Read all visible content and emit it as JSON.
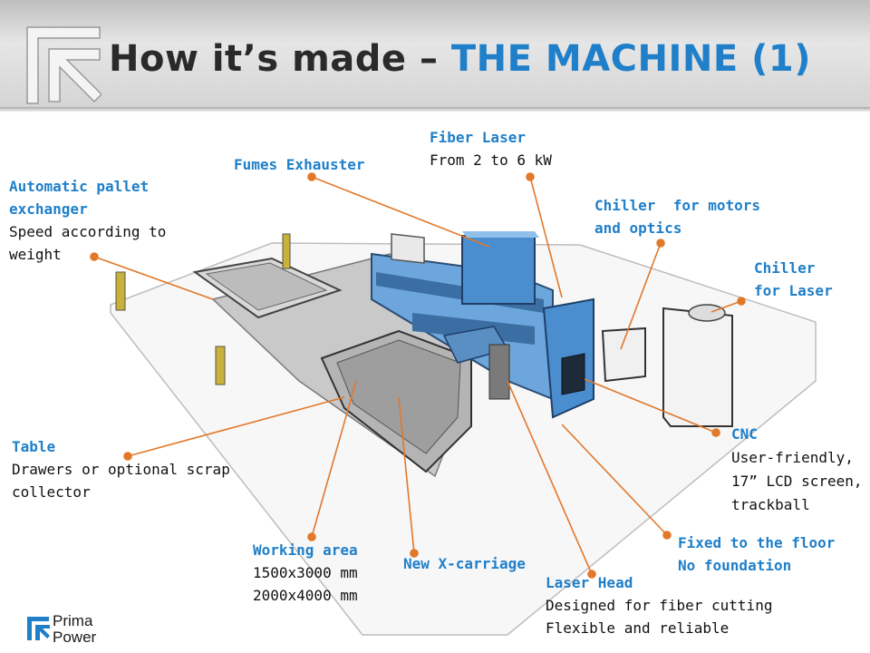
{
  "title": {
    "part1": "How it’s made – ",
    "part2": "THE MACHINE (1)"
  },
  "brand": {
    "line1": "Prima",
    "line2": "Power"
  },
  "colors": {
    "accent": "#1f7fc9",
    "leader": "#e2782a",
    "machine_blue": "#4a8ed0"
  },
  "callouts": {
    "pallet": {
      "title": [
        "Automatic pallet",
        "exchanger"
      ],
      "detail": [
        "Speed according to",
        "weight"
      ]
    },
    "fumes": {
      "title": [
        "Fumes Exhauster"
      ],
      "detail": []
    },
    "fiber": {
      "title": [
        "Fiber Laser"
      ],
      "detail": [
        "From 2 to 6 kW"
      ]
    },
    "chiller_motors": {
      "title": [
        "Chiller  for motors",
        "and optics"
      ],
      "detail": []
    },
    "chiller_laser": {
      "title": [
        "Chiller",
        "for Laser"
      ],
      "detail": []
    },
    "cnc": {
      "title": [
        "CNC"
      ],
      "detail": [
        "User-friendly,",
        "17” LCD screen,",
        "trackball"
      ]
    },
    "table": {
      "title": [
        "Table"
      ],
      "detail": [
        "Drawers or optional scrap",
        "collector"
      ]
    },
    "working": {
      "title": [
        "Working area"
      ],
      "detail": [
        "1500x3000 mm",
        "2000x4000 mm"
      ]
    },
    "xcarriage": {
      "title": [
        "New X-carriage"
      ],
      "detail": []
    },
    "head": {
      "title": [
        "Laser Head"
      ],
      "detail": [
        "Designed for fiber cutting",
        "Flexible and reliable"
      ]
    },
    "floor": {
      "title": [
        "Fixed to the floor",
        "No foundation"
      ],
      "detail": []
    }
  }
}
